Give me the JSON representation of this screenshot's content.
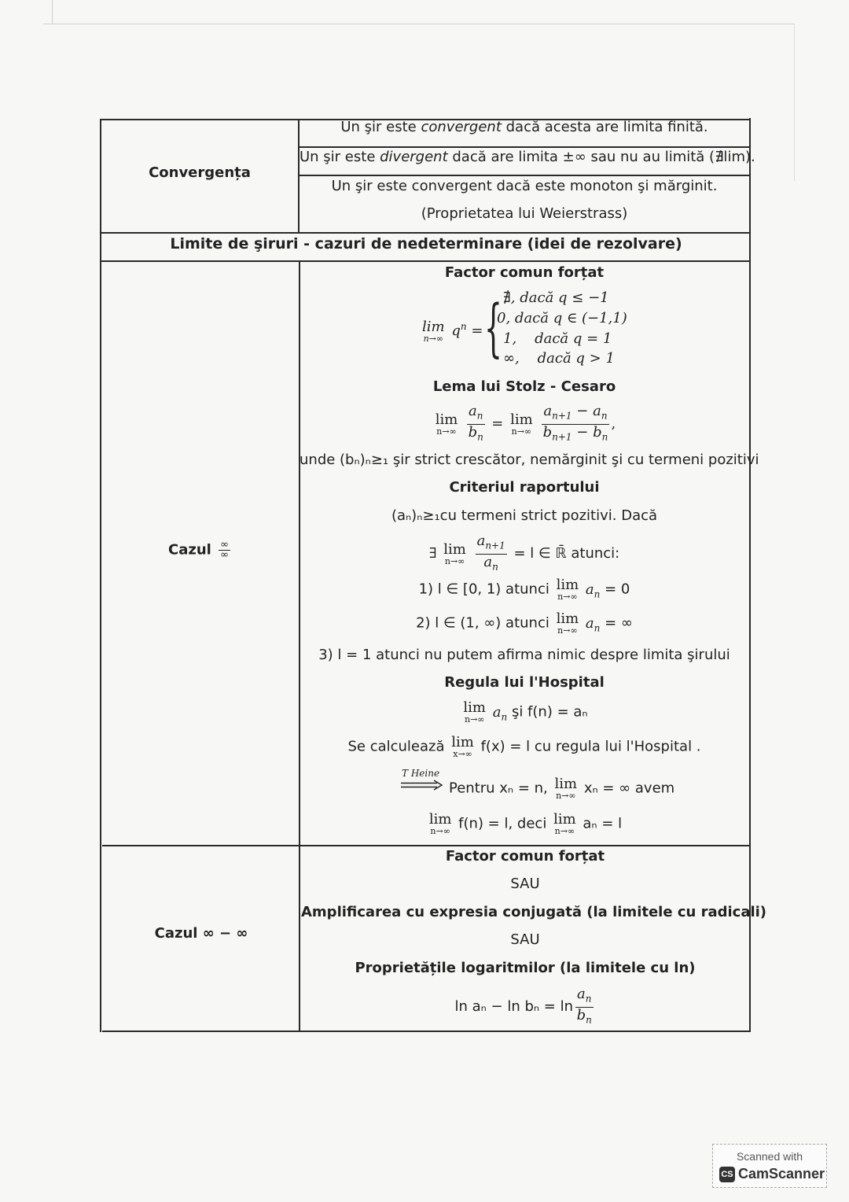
{
  "convergence": {
    "label": "Convergența",
    "line1_a": "Un şir este ",
    "line1_b": "convergent",
    "line1_c": " dacă acesta are limita finită.",
    "line2_a": "Un şir este ",
    "line2_b": "divergent",
    "line2_c": " dacă are limita ±∞ sau nu au limită (∄lim).",
    "line3": "Un şir este convergent dacă este monoton şi mărginit.",
    "line4": "(Proprietatea lui Weierstrass)"
  },
  "section_title": "Limite de şiruri - cazuri de nedeterminare (idei de rezolvare)",
  "case_inf_inf": {
    "label": "Cazul",
    "symbol_top": "∞",
    "symbol_bottom": "∞",
    "factor_title": "Factor comun forțat",
    "qn_lhs": "lim qⁿ =",
    "qn_cases": [
      {
        "val": "∄,",
        "cond": "dacă q ≤ −1"
      },
      {
        "val": "0,",
        "cond": "dacă q ∈ (−1,1)"
      },
      {
        "val": "1,",
        "cond": "dacă q = 1"
      },
      {
        "val": "∞,",
        "cond": "dacă q > 1"
      }
    ],
    "stolz_title": "Lema lui Stolz - Cesaro",
    "stolz_note": "unde (bₙ)ₙ≥₁ şir strict crescător, nemărginit şi cu termeni pozitivi",
    "ratio_title": "Criteriul raportului",
    "ratio_line1": "(aₙ)ₙ≥₁cu termeni strict pozitivi. Dacă",
    "ratio_line2_end": "= l ∈ ℝ̄ atunci:",
    "ratio_item1_a": "1) l ∈ [0, 1) atunci",
    "ratio_item1_b": "= 0",
    "ratio_item2_a": "2) l ∈ (1, ∞) atunci",
    "ratio_item2_b": "= ∞",
    "ratio_item3": "3) l = 1 atunci nu putem afirma nimic despre limita şirului",
    "hospital_title": "Regula lui l'Hospital",
    "hospital_line1_b": "şi f(n) = aₙ",
    "hospital_line2_a": "Se calculează",
    "hospital_line2_b": "f(x) = l cu regula lui l'Hospital .",
    "heine_label": "T Heine",
    "heine_line_a": "Pentru xₙ = n,",
    "heine_line_b": "xₙ = ∞ avem",
    "final_a": "f(n) = l, deci",
    "final_b": "aₙ = l"
  },
  "case_inf_minus_inf": {
    "label": "Cazul ∞ − ∞",
    "line1": "Factor comun forțat",
    "sau1": "SAU",
    "line2": "Amplificarea cu expresia conjugată (la limitele cu radicali)",
    "sau2": "SAU",
    "line3": "Proprietățile logaritmilor (la limitele cu ln)",
    "log_lhs": "ln aₙ − ln bₙ = ln"
  },
  "lim_word": "lim",
  "lim_n": "n→∞",
  "lim_x": "x→∞",
  "scanner": {
    "line1": "Scanned with",
    "brand": "CamScanner",
    "logo": "CS"
  }
}
